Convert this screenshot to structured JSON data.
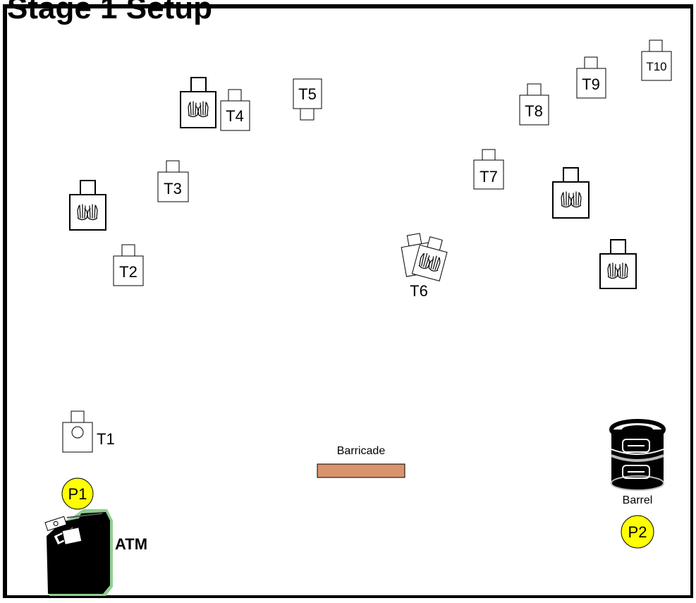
{
  "diagram": {
    "title": "Stage 1 Setup",
    "targets": [
      {
        "id": "t1",
        "label": "T1",
        "style": "circle"
      },
      {
        "id": "t2",
        "label": "T2",
        "style": "plain"
      },
      {
        "id": "t3",
        "label": "T3",
        "style": "plain"
      },
      {
        "id": "t4",
        "label": "T4",
        "style": "plain"
      },
      {
        "id": "t5",
        "label": "T5",
        "style": "inverted"
      },
      {
        "id": "t6",
        "label": "T6",
        "style": "overlap-noshoot"
      },
      {
        "id": "t7",
        "label": "T7",
        "style": "plain"
      },
      {
        "id": "t8",
        "label": "T8",
        "style": "plain"
      },
      {
        "id": "t9",
        "label": "T9",
        "style": "plain"
      },
      {
        "id": "t10",
        "label": "T10",
        "style": "plain"
      }
    ],
    "no_shoot_targets": [
      {
        "id": "ns1"
      },
      {
        "id": "ns2"
      },
      {
        "id": "ns3"
      },
      {
        "id": "ns4"
      }
    ],
    "positions": [
      {
        "id": "p1",
        "label": "P1"
      },
      {
        "id": "p2",
        "label": "P2"
      }
    ],
    "props": {
      "barricade": {
        "label": "Barricade",
        "color": "#d9936e"
      },
      "barrel": {
        "label": "Barrel"
      },
      "atm": {
        "label": "ATM"
      }
    },
    "colors": {
      "position_fill": "#ffff00",
      "frame": "#000000",
      "target_fill": "#ffffff"
    }
  }
}
